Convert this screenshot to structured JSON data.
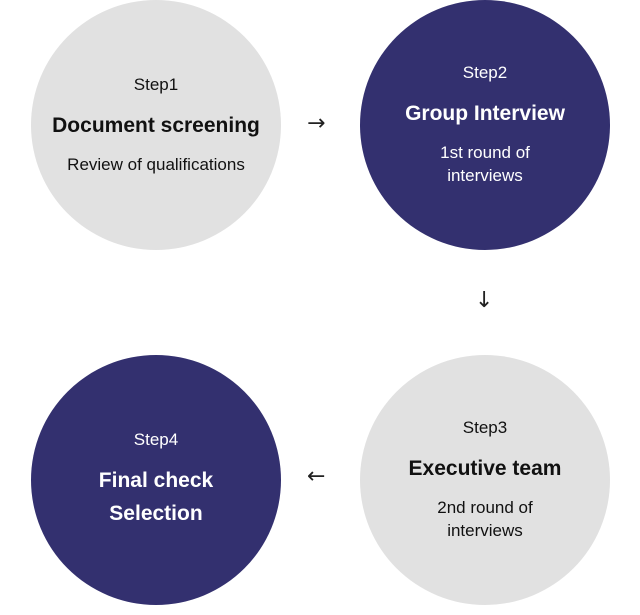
{
  "steps": [
    {
      "label": "Step1",
      "title": "Document screening",
      "desc": "Review of qualifications"
    },
    {
      "label": "Step2",
      "title": "Group Interview",
      "desc": "1st round of\ninterviews"
    },
    {
      "label": "Step3",
      "title": "Executive team",
      "desc": "2nd round of\ninterviews"
    },
    {
      "label": "Step4",
      "title": "Final check\nSelection",
      "desc": ""
    }
  ],
  "arrows": {
    "right": "→",
    "down": "↓",
    "left": "←"
  },
  "colors": {
    "light_circle": "#e1e1e1",
    "dark_circle": "#33306f"
  }
}
